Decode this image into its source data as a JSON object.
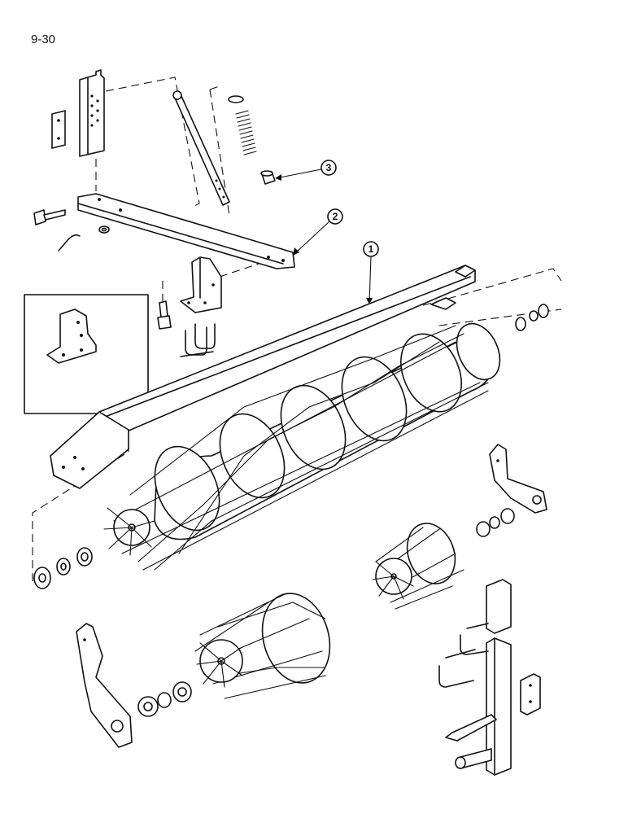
{
  "page_number": "9-30",
  "callouts": [
    {
      "label": "1"
    },
    {
      "label": "2"
    },
    {
      "label": "3"
    }
  ]
}
